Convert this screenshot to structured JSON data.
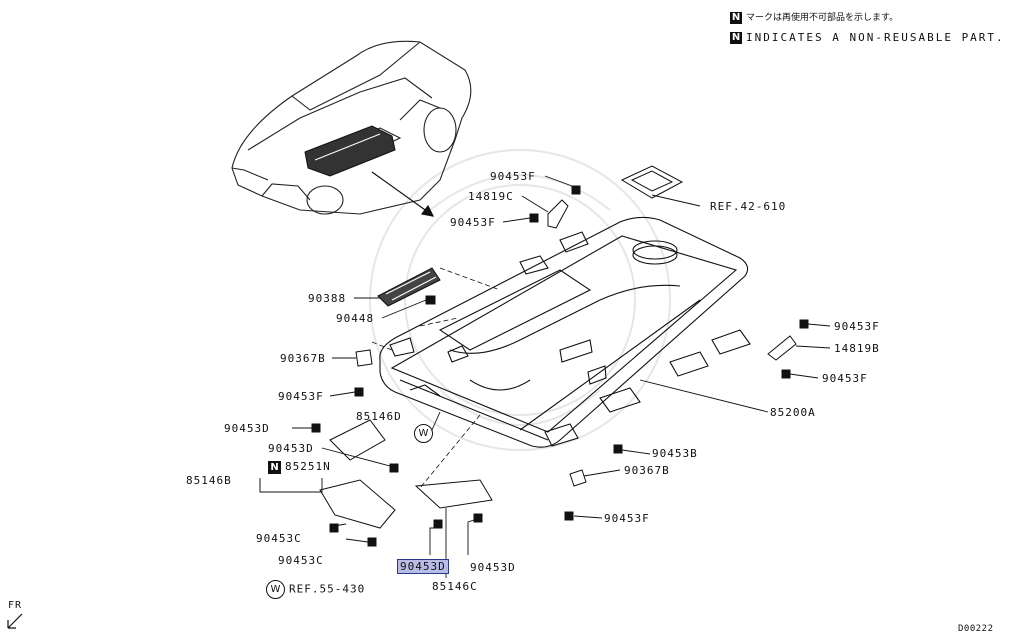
{
  "legend": {
    "jp_text": "マークは再使用不可部品を示します。",
    "en_text": "INDICATES A NON-REUSABLE PART.",
    "mark_letter": "N"
  },
  "labels": {
    "p90453F_top": "90453F",
    "p14819C": "14819C",
    "p90453F_left": "90453F",
    "ref42": "REF.42-610",
    "p90388": "90388",
    "p90448": "90448",
    "p90367B_left": "90367B",
    "p90453F_midleft": "90453F",
    "p90453D_a": "90453D",
    "p85146D": "85146D",
    "p90453D_b": "90453D",
    "p85251N": "85251N",
    "p85146B": "85146B",
    "p90453C_a": "90453C",
    "p90453C_b": "90453C",
    "ref55": "REF.55-430",
    "p90453D_sel": "90453D",
    "p90453D_c": "90453D",
    "p85146C": "85146C",
    "p90453F_right1": "90453F",
    "p14819B": "14819B",
    "p90453F_right2": "90453F",
    "p85200A": "85200A",
    "p90453B": "90453B",
    "p90367B_right": "90367B",
    "p90453F_bottom": "90453F",
    "w_mark": "W",
    "n_mark": "N"
  },
  "fr": "FR",
  "diagram_code": "D00222"
}
